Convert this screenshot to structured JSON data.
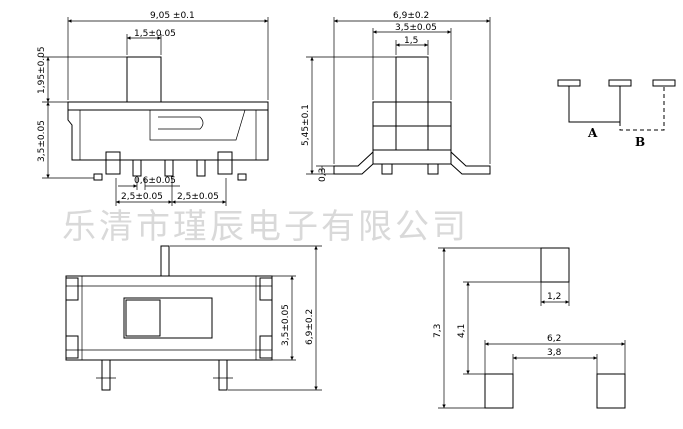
{
  "watermark": "乐清市瑾辰电子有限公司",
  "front_view": {
    "width": "9,05 ±0.1",
    "actuator_width": "1,5±0.05",
    "actuator_height": "1,95±0.05",
    "body_height": "3,5±0.05",
    "pin_width": "0,6±0.05",
    "pitch_left": "2,5±0.05",
    "pitch_right": "2,5±0.05"
  },
  "side_view": {
    "width": "6,9±0.2",
    "inner_width": "3,5±0.05",
    "actuator_width": "1,5",
    "height": "5,45±0.1",
    "foot_height": "0,3"
  },
  "schematic": {
    "label_a": "A",
    "label_b": "B"
  },
  "top_view": {
    "body_width": "3,5±0.05",
    "overall_width": "6,9±0.2"
  },
  "footprint": {
    "pad_width": "1,2",
    "inner_gap": "4,1",
    "overall_height": "7,3",
    "outer_span": "6,2",
    "inner_span": "3,8"
  },
  "colors": {
    "line": "#000000",
    "watermark": "#d9d9d9",
    "background": "#ffffff"
  }
}
